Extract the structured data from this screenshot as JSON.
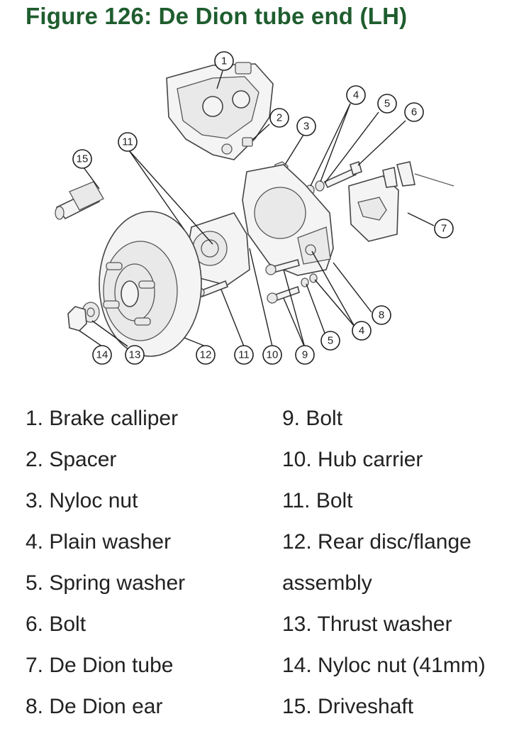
{
  "figure": {
    "title": "Figure 126: De Dion tube end (LH)"
  },
  "callouts": {
    "c1": "1",
    "c2": "2",
    "c3": "3",
    "c4a": "4",
    "c4b": "4",
    "c5a": "5",
    "c5b": "5",
    "c6": "6",
    "c7": "7",
    "c8": "8",
    "c9": "9",
    "c10": "10",
    "c11a": "11",
    "c11b": "11",
    "c12": "12",
    "c13": "13",
    "c14": "14",
    "c15": "15"
  },
  "legend": {
    "left": [
      "1. Brake calliper",
      "2. Spacer",
      "3. Nyloc nut",
      "4. Plain washer",
      "5. Spring washer",
      "6. Bolt",
      "7. De Dion tube",
      "8. De Dion ear"
    ],
    "right": [
      "9. Bolt",
      "10. Hub carrier",
      "11. Bolt",
      "12. Rear disc/flange",
      "assembly",
      "13. Thrust washer",
      "14. Nyloc nut (41mm)",
      "15. Driveshaft"
    ]
  },
  "colors": {
    "title": "#1f5d2e",
    "text": "#222222"
  }
}
